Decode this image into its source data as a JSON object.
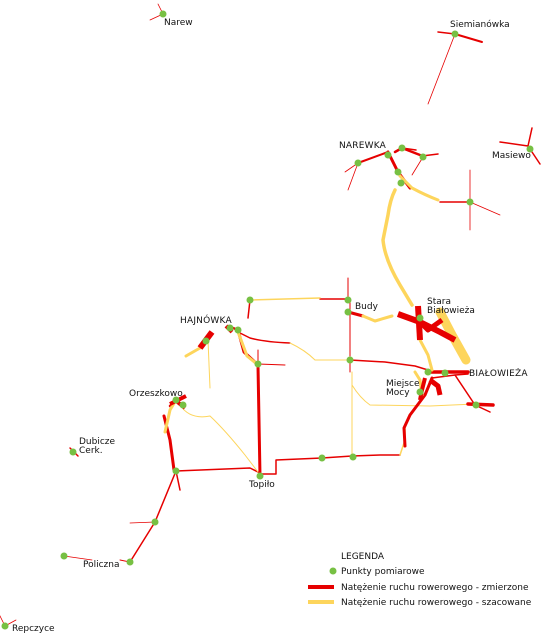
{
  "colors": {
    "measured": "#e60000",
    "estimated": "#fdd55c",
    "point": "#77c043",
    "background": "#ffffff",
    "text": "#111111"
  },
  "places": {
    "narew": "Narew",
    "siemianowka": "Siemianówka",
    "narewka": "NAREWKA",
    "masiewo": "Masiewo",
    "hajnowka": "HAJNÓWKA",
    "budy": "Budy",
    "stara_bialowieza_1": "Stara",
    "stara_bialowieza_2": "Białowieża",
    "bialowieza": "BIAŁOWIEŻA",
    "miejsce_mocy_1": "Miejsce",
    "miejsce_mocy_2": "Mocy",
    "orzeszkowo": "Orzeszkowo",
    "dubicze_1": "Dubicze",
    "dubicze_2": "Cerk.",
    "topilo": "Topiło",
    "policzna": "Policzna",
    "repczyce": "Repczyce"
  },
  "legend": {
    "title": "LEGENDA",
    "points": "Punkty pomiarowe",
    "measured": "Natężenie ruchu rowerowego - zmierzone",
    "estimated": "Natężenie ruchu rowerowego - szacowane"
  }
}
